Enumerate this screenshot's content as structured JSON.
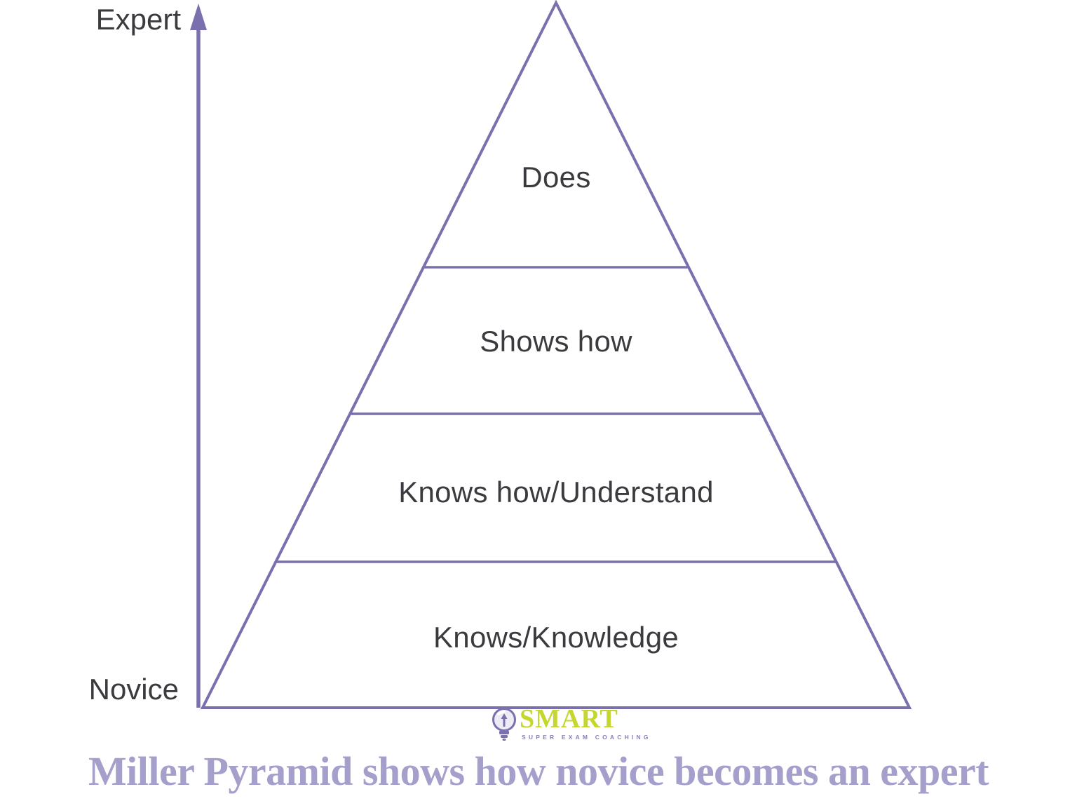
{
  "axis": {
    "top_label": "Expert",
    "bottom_label": "Novice"
  },
  "pyramid": {
    "levels": [
      {
        "label": "Does"
      },
      {
        "label": "Shows how"
      },
      {
        "label": "Knows how/Understand"
      },
      {
        "label": "Knows/Knowledge"
      }
    ]
  },
  "logo": {
    "name": "SMART",
    "tagline": "SUPER EXAM COACHING",
    "icon": "lightbulb-icon"
  },
  "caption": "Miller Pyramid shows how novice becomes an expert",
  "colors": {
    "stroke_purple": "#7a70ad",
    "text_dark": "#3b3a3e",
    "caption_purple": "#a5a0cb",
    "logo_green": "#c5d62e",
    "logo_purple": "#8a80bb",
    "background": "#ffffff"
  }
}
